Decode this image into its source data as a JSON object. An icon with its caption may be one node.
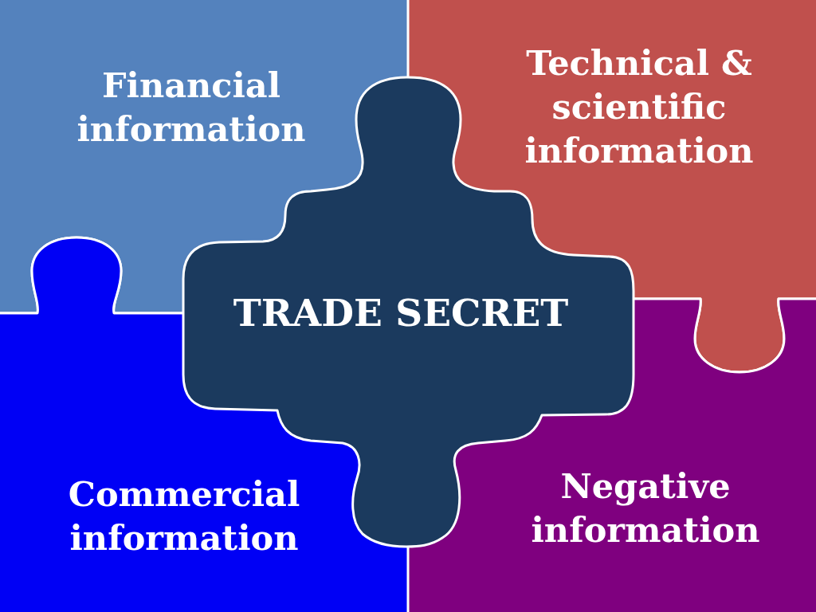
{
  "diagram": {
    "nodes": [
      {
        "text": [
          "Financial information"
        ]
      },
      {
        "text": [
          "Technical & scientific information"
        ]
      },
      {
        "text": [
          "TRADE SECRET"
        ]
      },
      {
        "text": [
          "Commercial information"
        ]
      },
      {
        "text": [
          "Negative information"
        ]
      }
    ]
  }
}
